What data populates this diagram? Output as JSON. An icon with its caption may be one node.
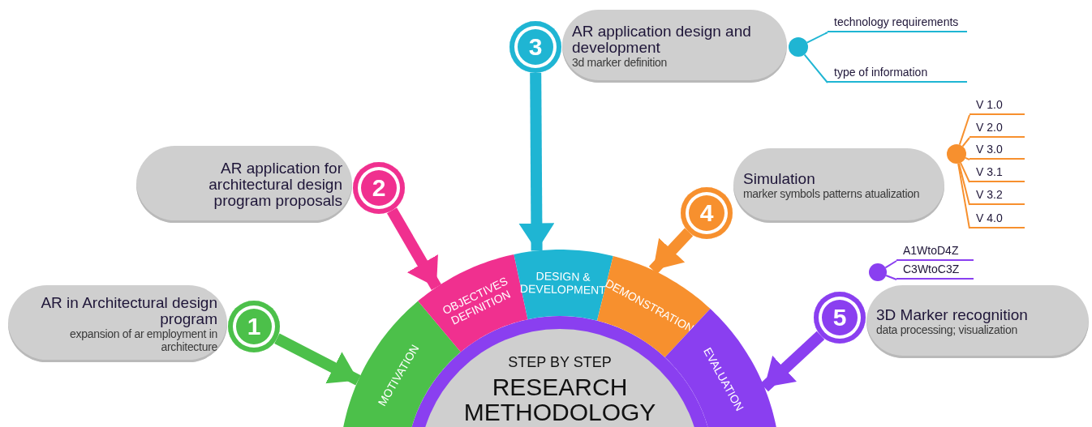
{
  "diagram": {
    "nodes": [
      {
        "text": [
          "AR in Architectural design program",
          "expansion of ar employment in architecture"
        ]
      },
      {
        "text": [
          "1"
        ]
      },
      {
        "text": [
          "AR application for architectural design program proposals"
        ]
      },
      {
        "text": [
          "2"
        ]
      },
      {
        "text": [
          "AR application design and development",
          "3d marker definition"
        ]
      },
      {
        "text": [
          "3"
        ]
      },
      {
        "text": [],
        "shape": "circle"
      },
      {
        "text": [
          "technology requirements"
        ]
      },
      {
        "text": [
          "type of information"
        ]
      },
      {
        "text": [
          "Simulation",
          "marker symbols patterns atualization"
        ]
      },
      {
        "text": [
          "4"
        ]
      },
      {
        "text": [],
        "shape": "circle"
      },
      {
        "text": [
          "V 1.0"
        ]
      },
      {
        "text": [
          "V 2.0"
        ]
      },
      {
        "text": [
          "V 3.0"
        ]
      },
      {
        "text": [
          "V 3.1"
        ]
      },
      {
        "text": [
          "V 3.2"
        ]
      },
      {
        "text": [
          "V 4.0"
        ]
      },
      {
        "text": [
          "3D Marker recognition",
          "data processing; visualization"
        ]
      },
      {
        "text": [
          "5"
        ]
      },
      {
        "text": [],
        "shape": "circle"
      },
      {
        "text": [
          "A1WtoD4Z"
        ]
      },
      {
        "text": [
          "C3WtoC3Z"
        ]
      },
      {
        "text": [
          "MOTIVATION"
        ]
      },
      {
        "text": [
          "OBJECTIVES DEFINITION"
        ]
      },
      {
        "text": [
          "DESIGN & DEVELOPMENT"
        ]
      },
      {
        "text": [
          "DEMONSTRATION"
        ]
      },
      {
        "text": [
          "EVALUATION"
        ]
      },
      {
        "text": [
          "STEP BY STEP",
          "RESEARCH METHODOLOGY"
        ]
      }
    ],
    "edges": [
      {
        "from": 1,
        "to": 23,
        "arrow": "to",
        "style": "thick",
        "color": "#4cc04a"
      },
      {
        "from": 3,
        "to": 24,
        "arrow": "to",
        "style": "thick",
        "color": "#f0308f"
      },
      {
        "from": 5,
        "to": 25,
        "arrow": "to",
        "style": "thick",
        "color": "#1fb5d3"
      },
      {
        "from": 10,
        "to": 26,
        "arrow": "to",
        "style": "thick",
        "color": "#f7902e"
      },
      {
        "from": 19,
        "to": 27,
        "arrow": "to",
        "style": "thick",
        "color": "#8a3ff0"
      },
      {
        "from": 6,
        "to": 7,
        "arrow": "none",
        "color": "#1fb5d3"
      },
      {
        "from": 6,
        "to": 8,
        "arrow": "none",
        "color": "#1fb5d3"
      },
      {
        "from": 11,
        "to": 12,
        "arrow": "none",
        "color": "#f7902e"
      },
      {
        "from": 11,
        "to": 13,
        "arrow": "none",
        "color": "#f7902e"
      },
      {
        "from": 11,
        "to": 14,
        "arrow": "none",
        "color": "#f7902e"
      },
      {
        "from": 11,
        "to": 15,
        "arrow": "none",
        "color": "#f7902e"
      },
      {
        "from": 11,
        "to": 16,
        "arrow": "none",
        "color": "#f7902e"
      },
      {
        "from": 11,
        "to": 17,
        "arrow": "none",
        "color": "#f7902e"
      },
      {
        "from": 20,
        "to": 21,
        "arrow": "none",
        "color": "#8a3ff0"
      },
      {
        "from": 20,
        "to": 22,
        "arrow": "none",
        "color": "#8a3ff0"
      }
    ]
  }
}
